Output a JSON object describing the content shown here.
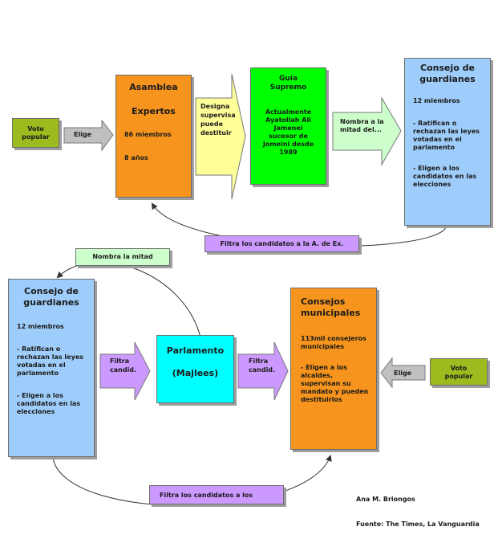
{
  "top": {
    "voto_popular": "Voto popular",
    "elige": "Elige",
    "asamblea": {
      "title": "Asamblea",
      "subtitle": "Expertos",
      "miembros": "86 miembros",
      "anos": "8 años"
    },
    "designa_arrow": "Designa supervisa puede destituir",
    "guia": {
      "title": "Guía Supremo",
      "body": "Actualmente Ayatollah Ali Jamenei sucesor de Jomeini desde 1989"
    },
    "nombra_arrow": "Nombra a la mitad del...",
    "consejo": {
      "title": "Consejo de guardianes",
      "miembros": "12 miembros",
      "item1": "- Ratifican o rechazan las leyes votadas en el parlamento",
      "item2": "- Eligen a los candidatos en las elecciones"
    },
    "filtra_label": "Filtra los candidatos a la A. de Ex."
  },
  "bottom": {
    "nombra_label": "Nombra la mitad",
    "consejo": {
      "title": "Consejo de guardianes",
      "miembros": "12 miembros",
      "item1": "- Ratifican o rechazan las leyes votadas en el parlamento",
      "item2": "- Eligen a los candidatos en las elecciones"
    },
    "filtra_left": "Filtra candid.",
    "parlamento": {
      "title": "Parlamento",
      "subtitle": "(Majlees)"
    },
    "filtra_right": "Filtra candid.",
    "consejos": {
      "title": "Consejos municipales",
      "body1": "113mil consejeros municipales",
      "body2": "- Eligen a los alcaldes, supervisan su mandato y pueden destituirlos"
    },
    "elige": "Elige",
    "voto_popular": "Voto popular",
    "filtra_label": "Filtra los candidatos a los"
  },
  "credits": {
    "author": "Ana M. Briongos",
    "source": "Fuente: The Times, La Vanguardia"
  },
  "colors": {
    "olive": "#9bbb1f",
    "orange": "#f7941d",
    "green": "#00ff00",
    "blue": "#9fcdfb",
    "cyan": "#00ffff",
    "lightyellow": "#ffff99",
    "lightgreen": "#ccffcc",
    "lavender": "#cc99ff",
    "violet": "#d9a3f5",
    "grey": "#c0c0c0"
  }
}
